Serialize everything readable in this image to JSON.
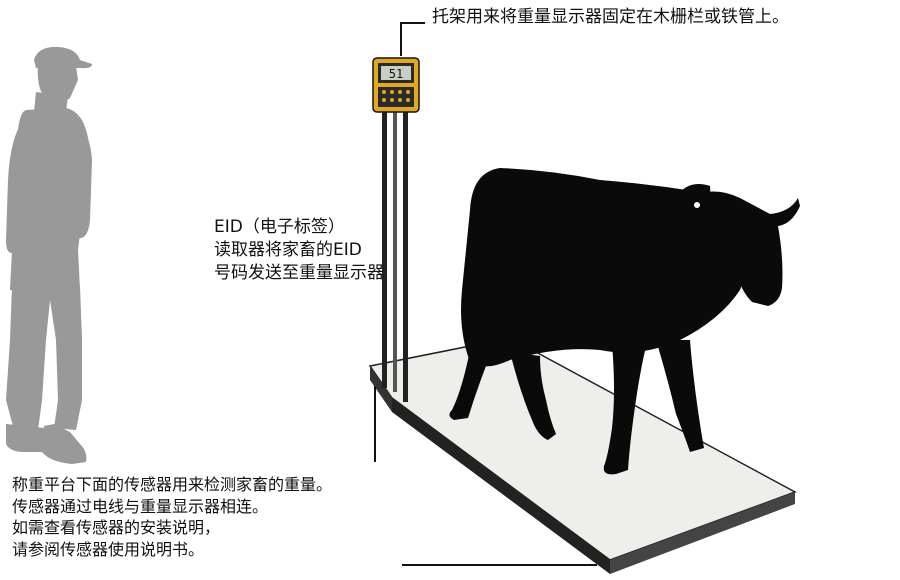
{
  "annotations": {
    "bracket": "托架用来将重量显示器固定在木栅栏或铁管上。",
    "eid_reader": [
      "EID（电子标签）",
      "读取器将家畜的EID",
      "号码发送至重量显示器"
    ],
    "load_cells": [
      "称重平台下面的传感器用来检测家畜的重量。",
      "传感器通过电线与重量显示器相连。",
      "如需查看传感器的安装说明，",
      "请参阅传感器使用说明书。"
    ]
  },
  "display_readout": "51"
}
